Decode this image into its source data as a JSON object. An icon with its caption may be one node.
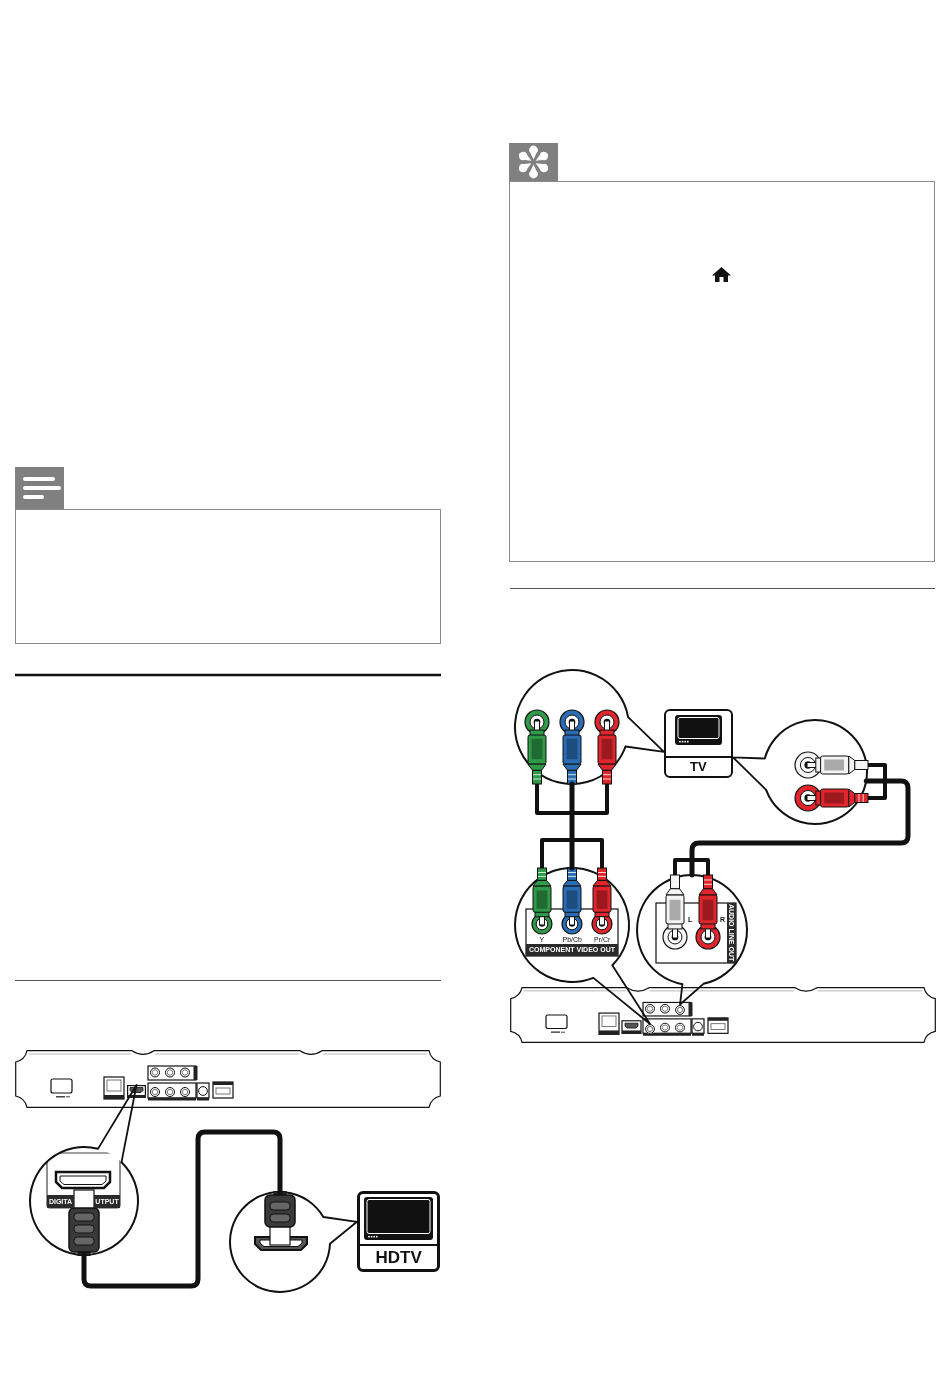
{
  "diagram": {
    "nodes": [
      {
        "text": [],
        "shape": "picture"
      },
      {
        "text": [],
        "shape": "box",
        "in": 0
      },
      {
        "text": [
          "DIGITA",
          "UTPUT"
        ]
      },
      {
        "text": [],
        "shape": "circle"
      },
      {
        "text": [
          "HDTV"
        ]
      },
      {
        "text": [],
        "shape": "circle"
      },
      {
        "text": [
          "TV"
        ]
      },
      {
        "text": [],
        "shape": "circle"
      },
      {
        "text": [
          "Y",
          "Pb/Cb",
          "Pr/Cr",
          "COMPONENT VIDEO OUT"
        ]
      },
      {
        "text": [
          "L",
          "R",
          "AUDIO LINE OUT"
        ]
      },
      {
        "text": [],
        "shape": "picture"
      },
      {
        "text": [],
        "shape": "circle",
        "in": 10
      },
      {
        "text": [],
        "shape": "circle",
        "in": 10
      }
    ],
    "edges": [
      {
        "from": 2,
        "to": 1,
        "arrow": "none"
      },
      {
        "from": 2,
        "to": 3,
        "arrow": "none",
        "style": "thick"
      },
      {
        "from": 3,
        "to": 4,
        "arrow": "none"
      },
      {
        "from": 5,
        "to": 6,
        "arrow": "none"
      },
      {
        "from": 7,
        "to": 6,
        "arrow": "none"
      },
      {
        "from": 5,
        "to": 8,
        "arrow": "none",
        "style": "thick"
      },
      {
        "from": 7,
        "to": 9,
        "arrow": "none",
        "style": "thick"
      },
      {
        "from": 8,
        "to": 11,
        "arrow": "none"
      },
      {
        "from": 9,
        "to": 12,
        "arrow": "none"
      }
    ]
  }
}
